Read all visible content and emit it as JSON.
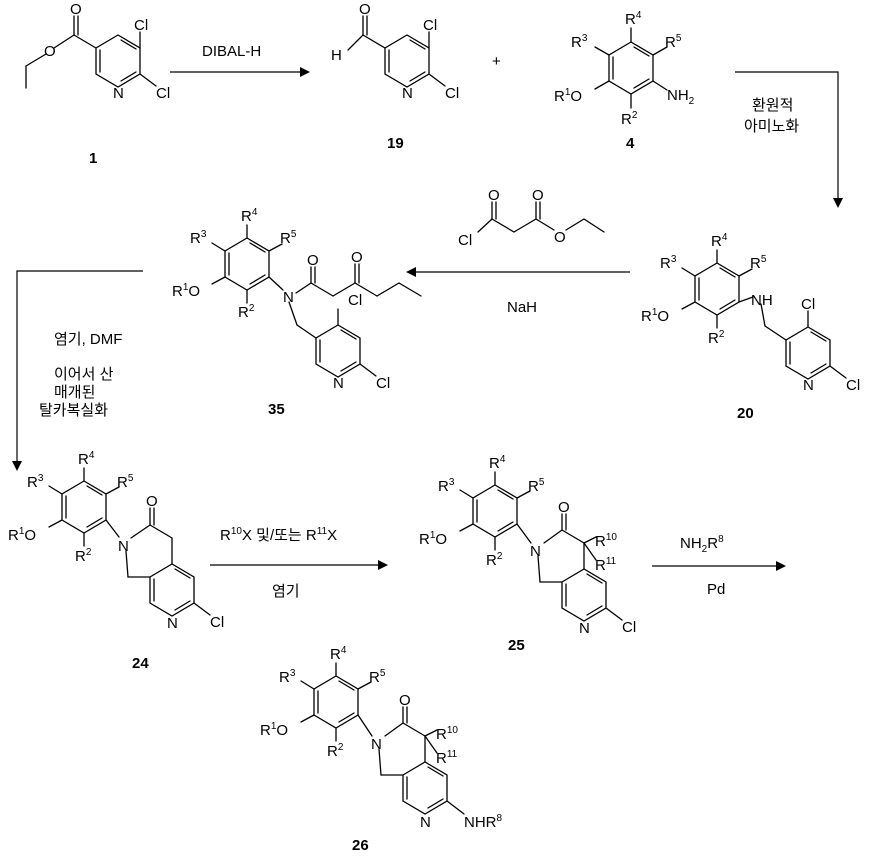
{
  "compounds": {
    "c1": "1",
    "c19": "19",
    "c4": "4",
    "c20": "20",
    "c35": "35",
    "c24": "24",
    "c25": "25",
    "c26": "26"
  },
  "atoms": {
    "Cl": "Cl",
    "N": "N",
    "O": "O",
    "H": "H",
    "NH": "NH",
    "R": "R",
    "n1": "1",
    "n2": "2",
    "n3": "3",
    "n4": "4",
    "n5": "5",
    "n10": "10",
    "n11": "11",
    "n8": "8",
    "NH2_base": "NH",
    "NH2_sub": "2",
    "NHR_base": "NHR"
  },
  "conditions": {
    "step1": "DIBAL-H",
    "plus": "+",
    "step2_line1": "환원적",
    "step2_line2": "아미노화",
    "step3_base": "NaH",
    "step4_line1": "염기, DMF",
    "step4_line2": "이어서 산",
    "step4_line3": "매개된",
    "step4_line4": "탈카복실화",
    "step5_mid": " 및/또는 ",
    "step5_X": "X",
    "step5_base": "염기",
    "step6_reagent_pre": "NH",
    "step6_reagent_sub": "2",
    "step6_reagent_R": "R",
    "step6_cat": "Pd"
  },
  "colors": {
    "ink": "#000000",
    "background": "#ffffff"
  }
}
